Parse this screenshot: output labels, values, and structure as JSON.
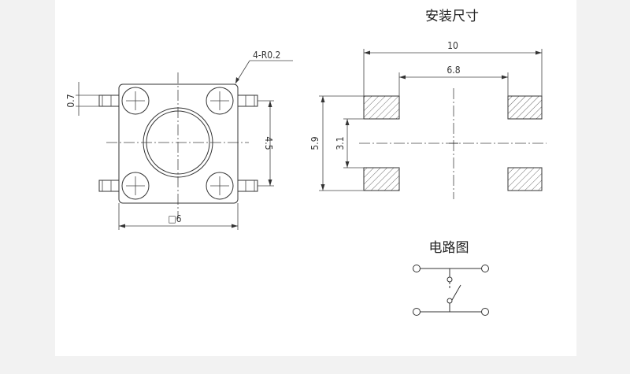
{
  "titles": {
    "install_dimensions": "安装尺寸",
    "circuit_diagram": "电路图"
  },
  "dimensions": {
    "corner_radius": "4-R0.2",
    "lead_width": "0.7",
    "lead_spacing": "4.5",
    "body_size": "□6",
    "pad_outer_span": "10",
    "pad_inner_span": "6.8",
    "pad_vertical_outer": "5.9",
    "pad_vertical_inner": "3.1"
  },
  "colors": {
    "line": "#333333",
    "sheet": "#ffffff",
    "background": "#f2f2f2"
  }
}
